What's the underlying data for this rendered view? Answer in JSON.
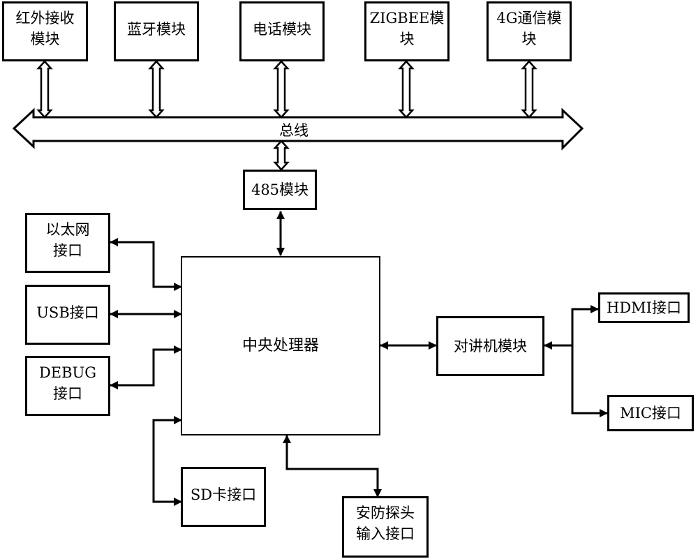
{
  "diagram": {
    "bus_label": "总线",
    "top_modules": [
      {
        "id": "ir",
        "label": "红外接收\n模块"
      },
      {
        "id": "bt",
        "label": "蓝牙模块"
      },
      {
        "id": "phone",
        "label": "电话模块"
      },
      {
        "id": "zigbee",
        "label": "ZIGBEE模\n块"
      },
      {
        "id": "4g",
        "label": "4G通信模\n块"
      }
    ],
    "rs485": {
      "label": "485模块"
    },
    "cpu": {
      "label": "中央处理器"
    },
    "left_ports": [
      {
        "id": "ethernet",
        "label": "以太网\n接口"
      },
      {
        "id": "usb",
        "label": "USB接口"
      },
      {
        "id": "debug",
        "label": "DEBUG\n接口"
      }
    ],
    "sd": {
      "label": "SD卡接口"
    },
    "security": {
      "label": "安防探头\n输入接口"
    },
    "intercom": {
      "label": "对讲机模块"
    },
    "hdmi": {
      "label": "HDMI接口"
    },
    "mic": {
      "label": "MIC接口"
    },
    "connections": [
      {
        "from": "红外接收模块",
        "to": "总线",
        "type": "hollow-bidirectional"
      },
      {
        "from": "蓝牙模块",
        "to": "总线",
        "type": "hollow-bidirectional"
      },
      {
        "from": "电话模块",
        "to": "总线",
        "type": "hollow-bidirectional"
      },
      {
        "from": "ZIGBEE模块",
        "to": "总线",
        "type": "hollow-bidirectional"
      },
      {
        "from": "4G通信模块",
        "to": "总线",
        "type": "hollow-bidirectional"
      },
      {
        "from": "总线",
        "to": "485模块",
        "type": "hollow-bidirectional"
      },
      {
        "from": "485模块",
        "to": "中央处理器",
        "type": "bidirectional"
      },
      {
        "from": "以太网接口",
        "to": "中央处理器",
        "type": "bidirectional"
      },
      {
        "from": "USB接口",
        "to": "中央处理器",
        "type": "bidirectional"
      },
      {
        "from": "DEBUG接口",
        "to": "中央处理器",
        "type": "bidirectional"
      },
      {
        "from": "SD卡接口",
        "to": "中央处理器",
        "type": "bidirectional"
      },
      {
        "from": "安防探头输入接口",
        "to": "中央处理器",
        "type": "bidirectional"
      },
      {
        "from": "中央处理器",
        "to": "对讲机模块",
        "type": "bidirectional"
      },
      {
        "from": "对讲机模块",
        "to": "HDMI接口",
        "type": "bidirectional"
      },
      {
        "from": "对讲机模块",
        "to": "MIC接口",
        "type": "bidirectional"
      }
    ]
  }
}
